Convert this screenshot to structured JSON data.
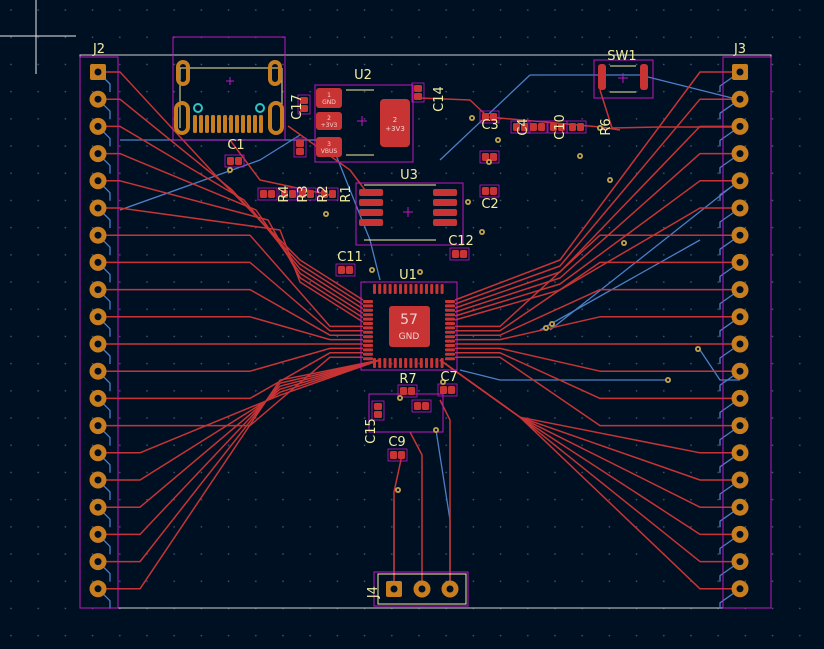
{
  "colors": {
    "background": "#001023",
    "grid_dot": "#4a5a78",
    "edge_cuts": "#d0d2cd",
    "front_copper": "#c83434",
    "back_copper": "#4d7fc4",
    "courtyard": "#c216c2",
    "silkscreen": "#f2eda1",
    "pad_orange": "#c87d1f",
    "pad_red": "#c83434",
    "pad_text": "#f2d0d0",
    "via": "#c2a24a",
    "cursor": "#e8e8e8"
  },
  "icons": {
    "cursor": "crosshair-icon"
  },
  "references": {
    "j2": "J2",
    "j3": "J3",
    "j4": "J4",
    "u1": "U1",
    "u2": "U2",
    "u3": "U3",
    "sw1": "SW1",
    "c1": "C1",
    "c2": "C2",
    "c3": "C3",
    "c4": "C4",
    "c7": "C7",
    "c9": "C9",
    "c10": "C10",
    "c11": "C11",
    "c12": "C12",
    "c14": "C14",
    "c15": "C15",
    "c17": "C17",
    "r1": "R1",
    "r2": "R2",
    "r3": "R3",
    "r4": "R4",
    "r6": "R6",
    "r7": "R7"
  },
  "pad_labels": {
    "u1_center_number": "57",
    "u1_center_net": "GND",
    "u2_pad1_number": "1",
    "u2_pad1_net": "GND",
    "u2_pad2_number": "2",
    "u2_pad2_net": "+3V3",
    "u2_pad3_number": "3",
    "u2_pad3_net": "VBUS",
    "u2_tab_number": "2",
    "u2_tab_net": "+3V3"
  },
  "headers": {
    "j2_pin_count": 20,
    "j3_pin_count": 20,
    "j4_pin_count": 3
  }
}
